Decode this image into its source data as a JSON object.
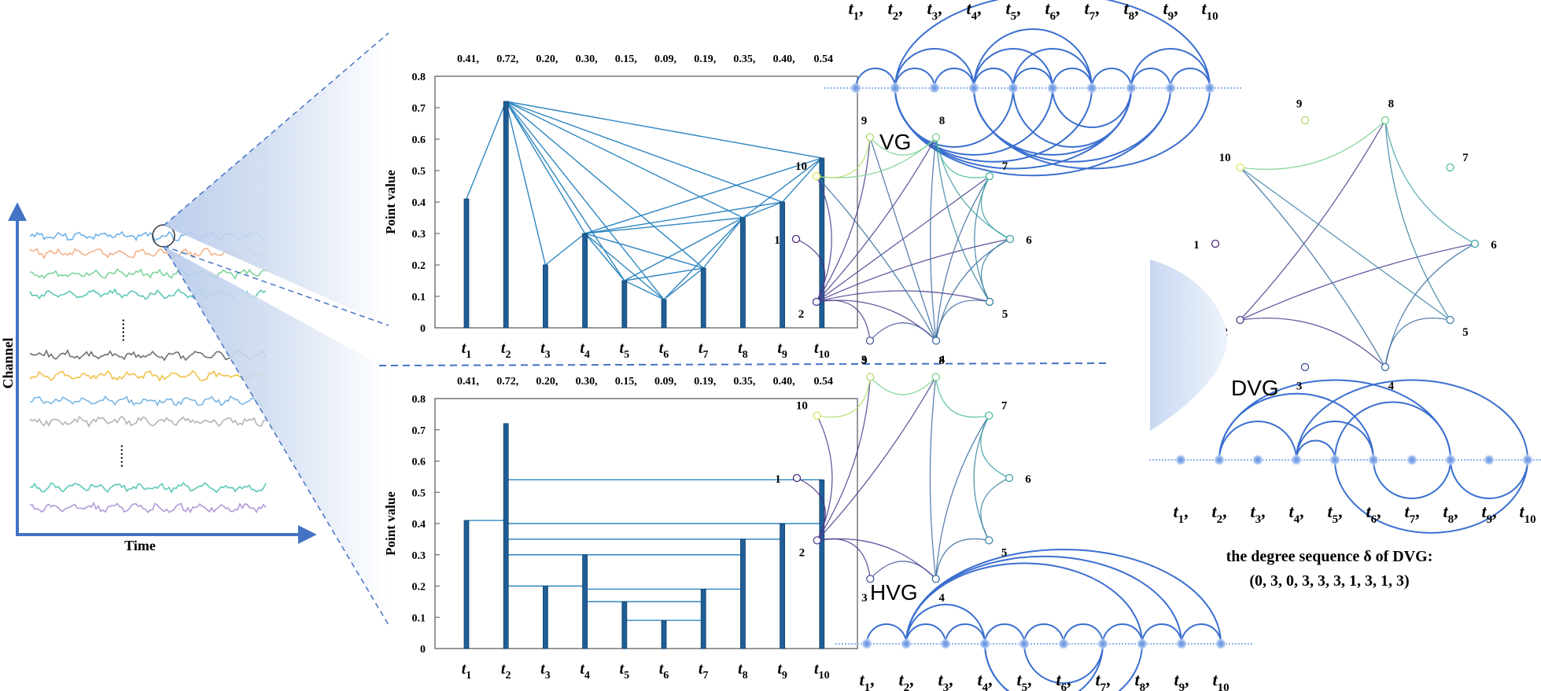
{
  "signals": {
    "x_axis_label": "Time",
    "y_axis_label": "Channel",
    "ellipsis": "......",
    "colors": [
      "#6fb1e8",
      "#f2b38a",
      "#7fd49b",
      "#5cc8b8",
      "#707070",
      "#f0c24a",
      "#79b6e4",
      "#b4b4b4",
      "#5cc8b8",
      "#b09ad8"
    ]
  },
  "series_values": {
    "labels": [
      "0.41,",
      "0.72,",
      "0.20,",
      "0.30,",
      "0.15,",
      "0.09,",
      "0.19,",
      "0.35,",
      "0.40,",
      "0.54"
    ],
    "values": [
      0.41,
      0.72,
      0.2,
      0.3,
      0.15,
      0.09,
      0.19,
      0.35,
      0.4,
      0.54
    ]
  },
  "time_labels": [
    "t1",
    "t2",
    "t3",
    "t4",
    "t5",
    "t6",
    "t7",
    "t8",
    "t9",
    "t10"
  ],
  "chart_common": {
    "ylabel": "Point value",
    "yticks": [
      "0",
      "0.1",
      "0.2",
      "0.3",
      "0.4",
      "0.5",
      "0.6",
      "0.7",
      "0.8"
    ],
    "ylim": [
      0,
      0.8
    ]
  },
  "vg": {
    "title": "VG",
    "edges": [
      [
        1,
        2
      ],
      [
        2,
        3
      ],
      [
        2,
        4
      ],
      [
        2,
        5
      ],
      [
        2,
        6
      ],
      [
        2,
        7
      ],
      [
        2,
        8
      ],
      [
        2,
        9
      ],
      [
        2,
        10
      ],
      [
        3,
        4
      ],
      [
        4,
        5
      ],
      [
        4,
        6
      ],
      [
        4,
        7
      ],
      [
        4,
        8
      ],
      [
        4,
        9
      ],
      [
        4,
        10
      ],
      [
        5,
        6
      ],
      [
        5,
        7
      ],
      [
        5,
        8
      ],
      [
        6,
        7
      ],
      [
        6,
        8
      ],
      [
        7,
        8
      ],
      [
        8,
        9
      ],
      [
        8,
        10
      ],
      [
        9,
        10
      ]
    ]
  },
  "hvg": {
    "title": "HVG",
    "edges": [
      [
        1,
        2
      ],
      [
        2,
        3
      ],
      [
        2,
        4
      ],
      [
        2,
        8
      ],
      [
        2,
        9
      ],
      [
        2,
        10
      ],
      [
        3,
        4
      ],
      [
        4,
        5
      ],
      [
        4,
        7
      ],
      [
        4,
        8
      ],
      [
        5,
        6
      ],
      [
        5,
        7
      ],
      [
        6,
        7
      ],
      [
        7,
        8
      ],
      [
        8,
        9
      ],
      [
        9,
        10
      ]
    ]
  },
  "dvg": {
    "title": "DVG",
    "edges": [
      [
        2,
        4
      ],
      [
        2,
        6
      ],
      [
        2,
        8
      ],
      [
        4,
        5
      ],
      [
        4,
        6
      ],
      [
        4,
        10
      ],
      [
        5,
        8
      ],
      [
        5,
        10
      ],
      [
        6,
        8
      ],
      [
        8,
        10
      ]
    ],
    "caption_line1": "the degree sequence δ of DVG:",
    "caption_line2": "(0, 3, 0, 3, 3, 3, 1, 3, 1, 3)",
    "degree_sequence": [
      0,
      3,
      0,
      3,
      3,
      3,
      1,
      3,
      1,
      3
    ]
  },
  "circle_colors": [
    "#4b2c7f",
    "#4b3f8f",
    "#45559a",
    "#3b6da0",
    "#3c84a4",
    "#3ea0a6",
    "#4bbba0",
    "#77cf8d",
    "#b2dc6d",
    "#e0e35b"
  ]
}
